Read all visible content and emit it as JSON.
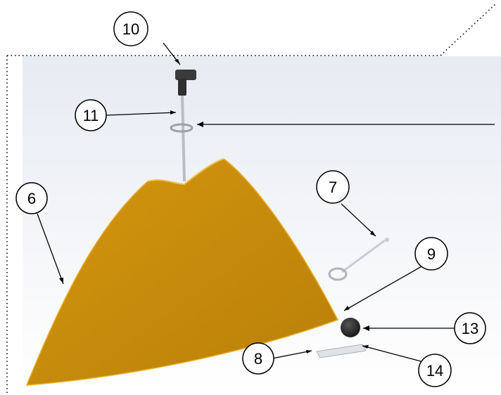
{
  "callouts": [
    {
      "id": "10",
      "label": "10"
    },
    {
      "id": "11",
      "label": "11"
    },
    {
      "id": "6",
      "label": "6"
    },
    {
      "id": "7",
      "label": "7"
    },
    {
      "id": "9",
      "label": "9"
    },
    {
      "id": "13",
      "label": "13"
    },
    {
      "id": "8",
      "label": "8"
    },
    {
      "id": "14",
      "label": "14"
    }
  ],
  "colors": {
    "fin": "#c68a0c",
    "fin_edge": "#e2a51c",
    "background_top": "#eef1f6",
    "background_bottom": "#ffffff",
    "line": "#000000",
    "knob": "#2b2b2b",
    "metal": "#cfd4da"
  }
}
